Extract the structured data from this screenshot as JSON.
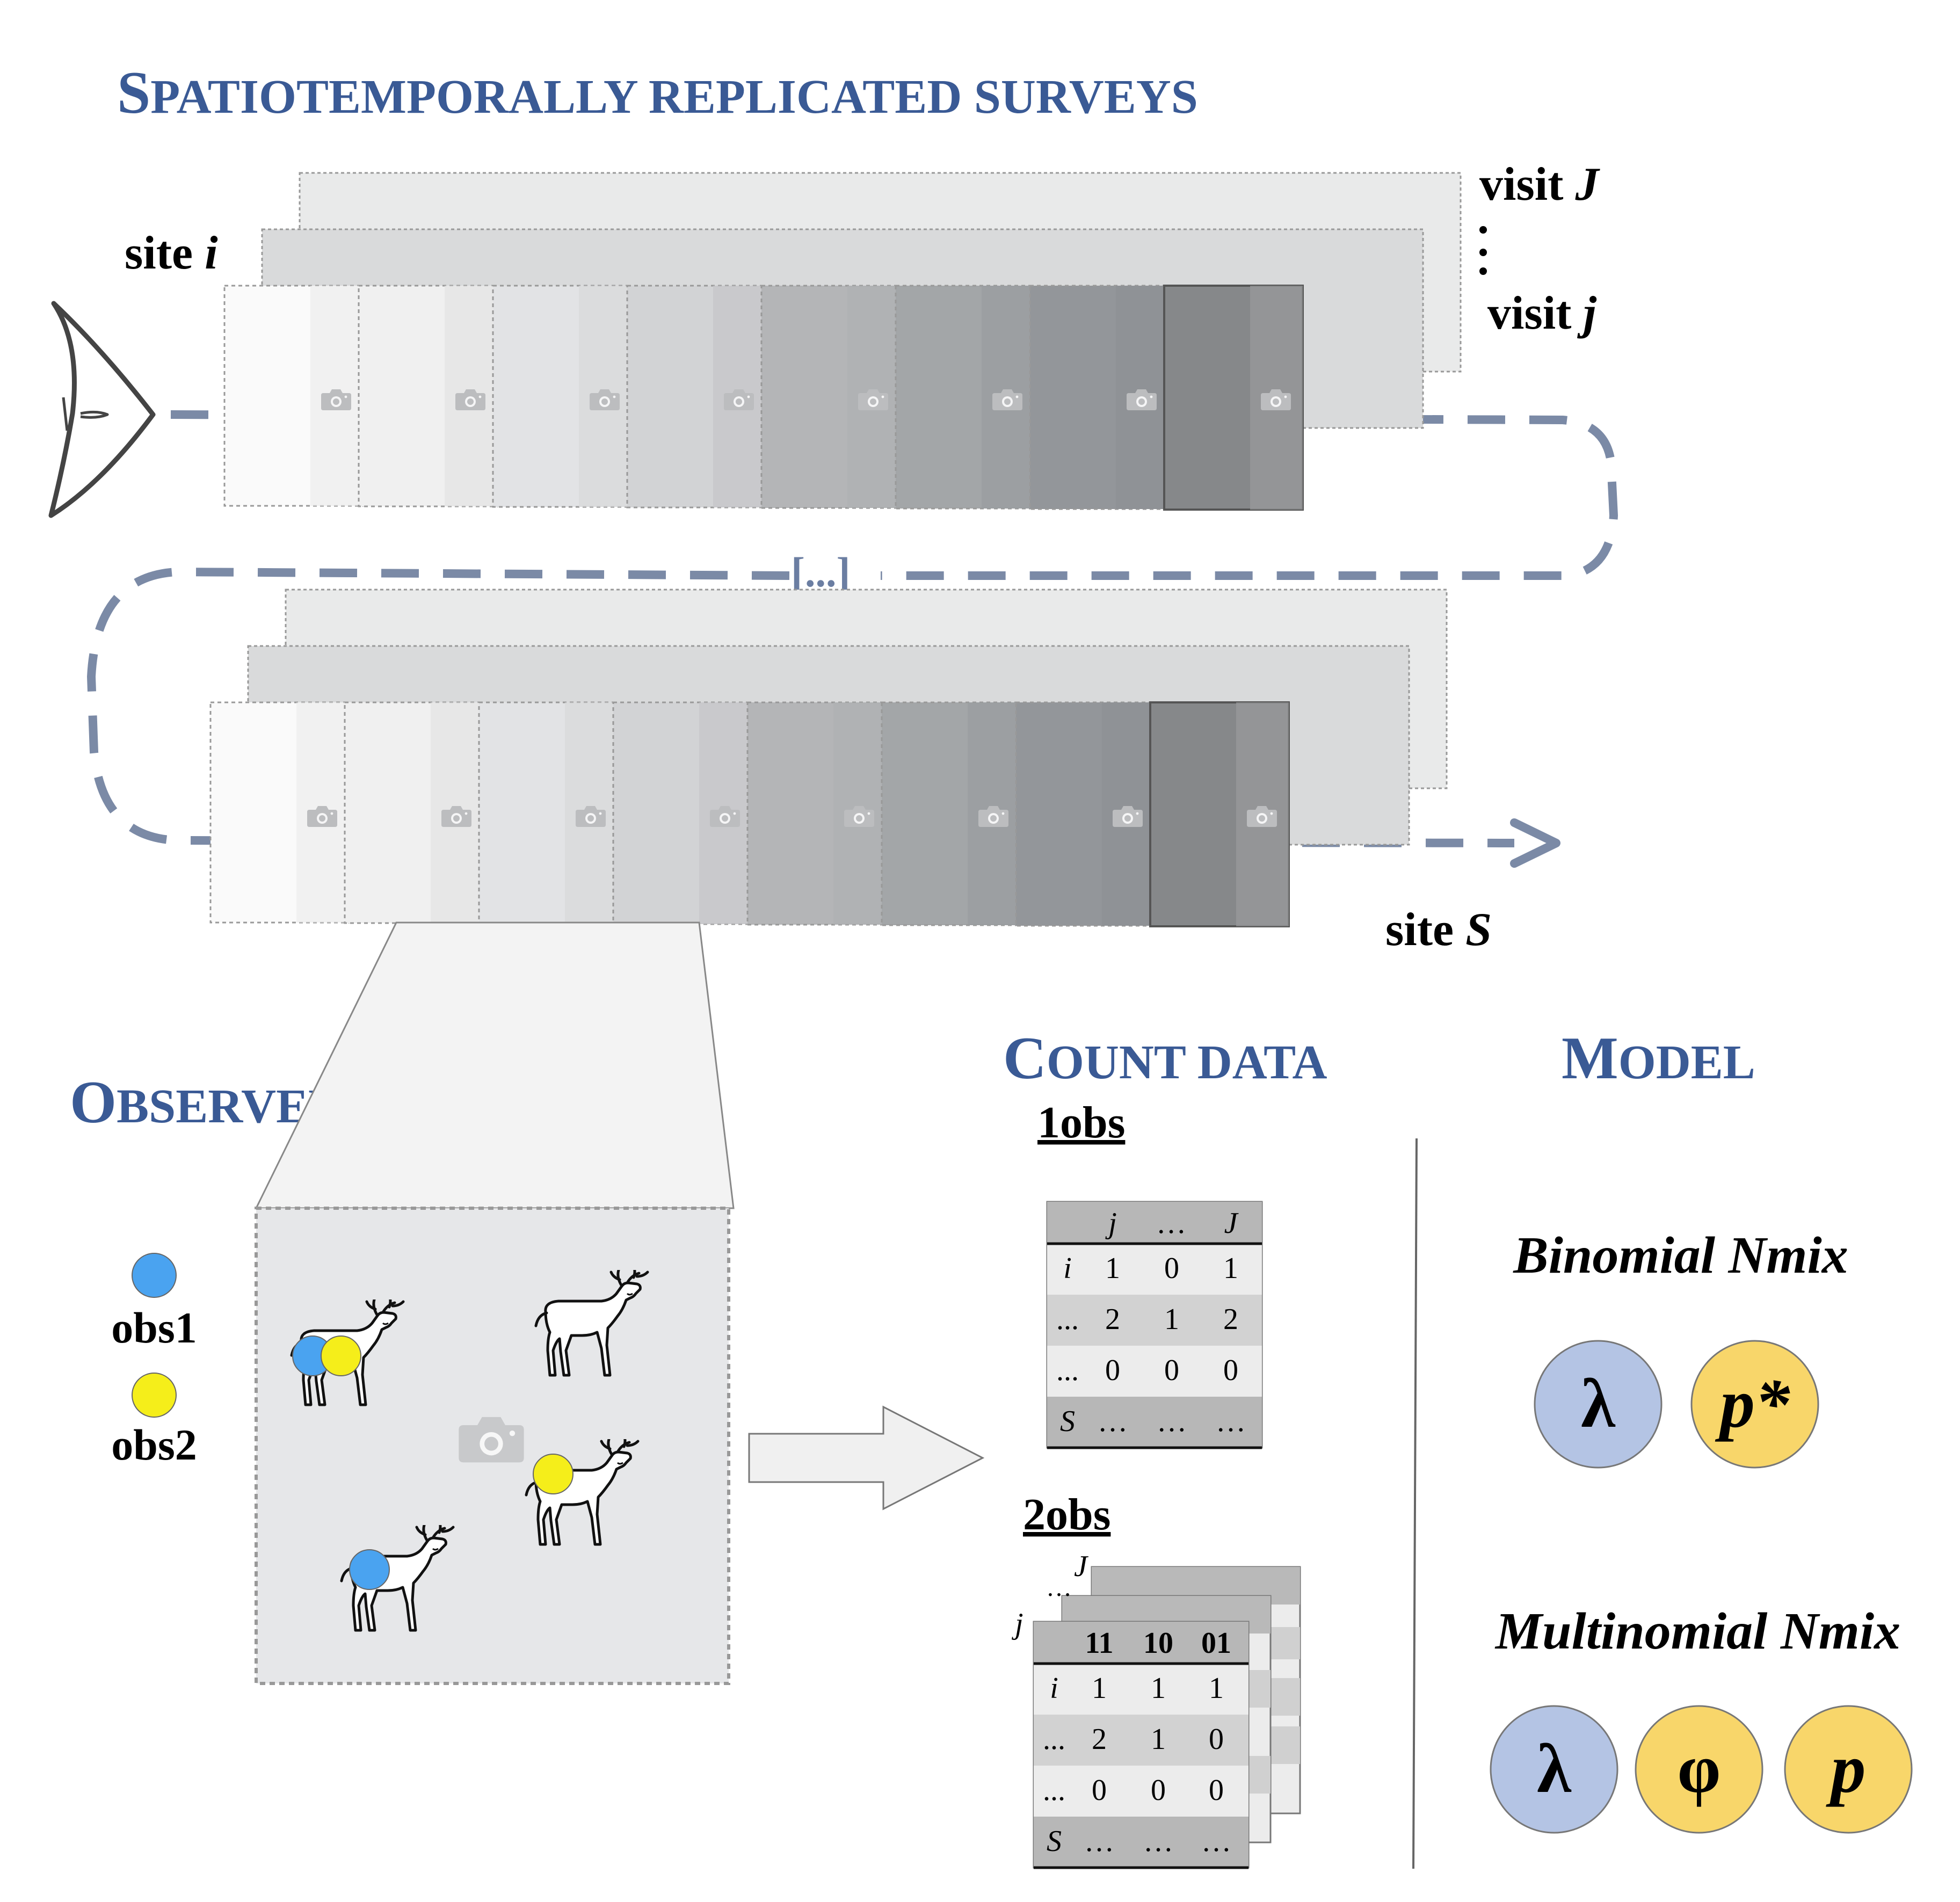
{
  "headers": {
    "surveys_big": "S",
    "surveys_small": "PATIOTEMPORALLY REPLICATED SURVEYS",
    "observer_big": "O",
    "observer_small": "BSERVER COUNTS",
    "count_big": "C",
    "count_small": "OUNT DATA",
    "model_big": "M",
    "model_small": "ODEL"
  },
  "survey_labels": {
    "site_i_prefix": "site ",
    "site_i_var": "i",
    "site_s_prefix": "site ",
    "site_s_var": "S",
    "visit_J_prefix": "visit ",
    "visit_J_var": "J",
    "visit_j_prefix": "visit ",
    "visit_j_var": "j",
    "ellipsis_bracket": "[...]"
  },
  "observers": [
    {
      "label": "obs1",
      "color": "#4aa3f0"
    },
    {
      "label": "obs2",
      "color": "#f5ee1a"
    }
  ],
  "count_data": {
    "one_obs": {
      "title": "1obs",
      "header": [
        "",
        "j",
        "…",
        "J"
      ],
      "rows": [
        [
          "i",
          "1",
          "0",
          "1"
        ],
        [
          "...",
          "2",
          "1",
          "2"
        ],
        [
          "...",
          "0",
          "0",
          "0"
        ],
        [
          "S",
          "…",
          "…",
          "…"
        ]
      ]
    },
    "two_obs": {
      "title": "2obs",
      "stack_labels": [
        "J",
        "…",
        "j"
      ],
      "header": [
        "",
        "11",
        "10",
        "01"
      ],
      "rows": [
        [
          "i",
          "1",
          "1",
          "1"
        ],
        [
          "...",
          "2",
          "1",
          "0"
        ],
        [
          "...",
          "0",
          "0",
          "0"
        ],
        [
          "S",
          "…",
          "…",
          "…"
        ]
      ]
    }
  },
  "models": {
    "binomial": {
      "title": "Binomial Nmix",
      "params": [
        {
          "symbol": "λ",
          "color": "#b4c4e4"
        },
        {
          "symbol": "p*",
          "color": "#f8d66a"
        }
      ]
    },
    "multinomial": {
      "title": "Multinomial Nmix",
      "params": [
        {
          "symbol": "λ",
          "color": "#b4c4e4"
        },
        {
          "symbol": "φ",
          "color": "#f8d66a"
        },
        {
          "symbol": "p",
          "color": "#f8d66a"
        }
      ]
    }
  },
  "colors": {
    "header_blue": "#3a5a95",
    "path_dash": "#7b8aa6"
  }
}
